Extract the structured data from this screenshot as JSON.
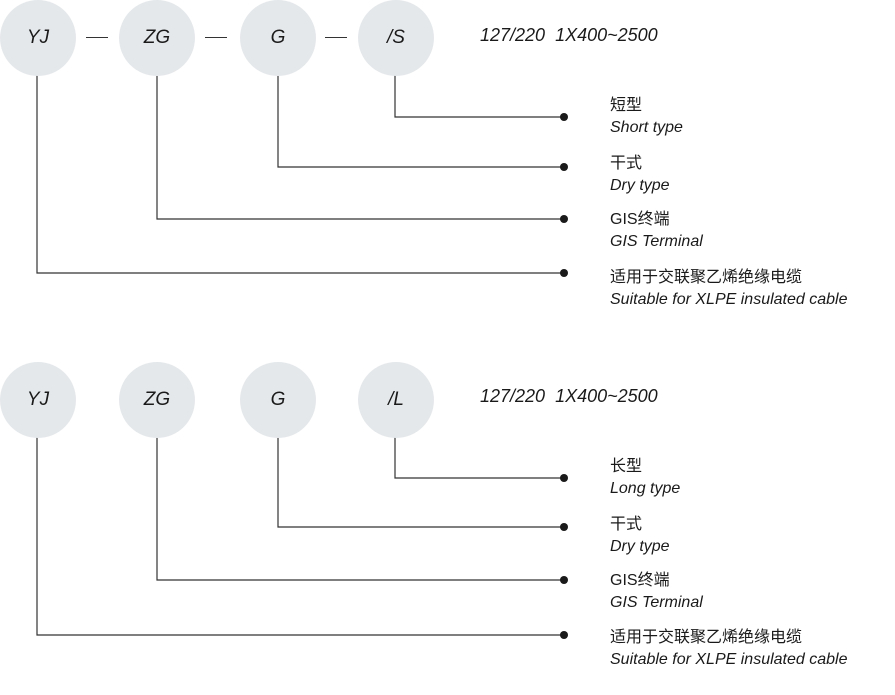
{
  "diagrams": [
    {
      "codes": [
        "YJ",
        "ZG",
        "G",
        "/S"
      ],
      "separator": "—",
      "spec": "127/220  1X400~2500",
      "labels": [
        {
          "zh": "短型",
          "en": "Short type"
        },
        {
          "zh": "干式",
          "en": "Dry type"
        },
        {
          "zh": "GIS终端",
          "en": "GIS Terminal"
        },
        {
          "zh": "适用于交联聚乙烯绝缘电缆",
          "en": "Suitable for XLPE insulated cable"
        }
      ]
    },
    {
      "codes": [
        "YJ",
        "ZG",
        "G",
        "/L"
      ],
      "separator": "",
      "spec": "127/220  1X400~2500",
      "labels": [
        {
          "zh": "长型",
          "en": "Long type"
        },
        {
          "zh": "干式",
          "en": "Dry type"
        },
        {
          "zh": "GIS终端",
          "en": "GIS Terminal"
        },
        {
          "zh": "适用于交联聚乙烯绝缘电缆",
          "en": "Suitable for XLPE insulated cable"
        }
      ]
    }
  ],
  "colors": {
    "circle_fill": "#e5e8eb",
    "line": "#333333",
    "text": "#1a1a1a"
  }
}
